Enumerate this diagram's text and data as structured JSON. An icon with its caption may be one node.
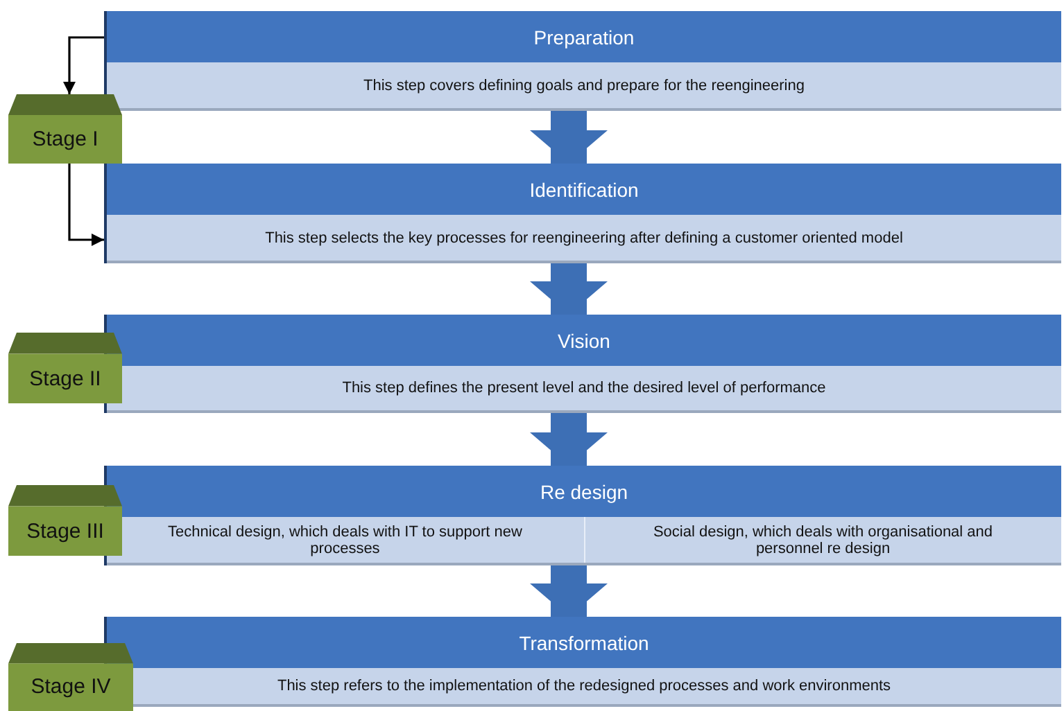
{
  "diagram": {
    "nodes": [
      {
        "text": [
          "Preparation",
          "This step covers defining goals and prepare for the reengineering"
        ]
      },
      {
        "text": [
          "Identification",
          "This step selects the key processes for reengineering after defining a customer oriented model"
        ]
      },
      {
        "text": [
          "Vision",
          "This step defines the present level and the desired level of performance"
        ]
      },
      {
        "text": [
          "Re design",
          "Technical design, which deals with IT to support new processes",
          "Social design, which deals with organisational and personnel re design"
        ]
      },
      {
        "text": [
          "Transformation",
          "This step refers to the implementation of the redesigned processes and work environments"
        ]
      },
      {
        "text": [
          "Stage I"
        ]
      },
      {
        "text": [
          "Stage II"
        ]
      },
      {
        "text": [
          "Stage III"
        ]
      },
      {
        "text": [
          "Stage IV"
        ]
      }
    ],
    "edges": [
      {
        "from": 0,
        "to": 1,
        "arrow": "to"
      },
      {
        "from": 1,
        "to": 2,
        "arrow": "to"
      },
      {
        "from": 2,
        "to": 3,
        "arrow": "to"
      },
      {
        "from": 3,
        "to": 4,
        "arrow": "to"
      },
      {
        "from": 0,
        "to": 5,
        "arrow": "to",
        "color": "#000000"
      },
      {
        "from": 5,
        "to": 1,
        "arrow": "to",
        "color": "#000000"
      }
    ]
  }
}
